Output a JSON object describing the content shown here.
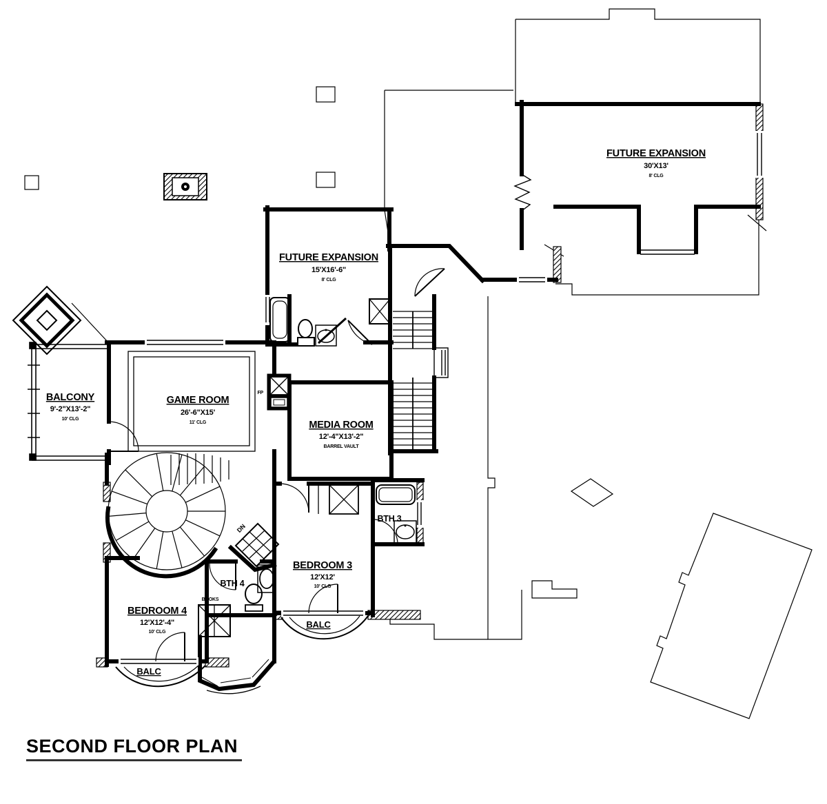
{
  "meta": {
    "background": "#ffffff",
    "line_color": "#000000"
  },
  "title": "SECOND FLOOR PLAN",
  "rooms": {
    "future_expansion_upper": {
      "name": "FUTURE EXPANSION",
      "dims": "30'X13'",
      "ceiling": "8' CLG"
    },
    "future_expansion_center": {
      "name": "FUTURE EXPANSION",
      "dims": "15'X16'-6\"",
      "ceiling": "8' CLG"
    },
    "balcony": {
      "name": "BALCONY",
      "dims": "9'-2\"X13'-2\"",
      "ceiling": "10' CLG"
    },
    "game_room": {
      "name": "GAME ROOM",
      "dims": "26'-6\"X15'",
      "ceiling": "11' CLG"
    },
    "media_room": {
      "name": "MEDIA ROOM",
      "dims": "12'-4\"X13'-2\"",
      "ceiling": "BARREL VAULT"
    },
    "bedroom_3": {
      "name": "BEDROOM 3",
      "dims": "12'X12'",
      "ceiling": "10' CLG"
    },
    "bedroom_4": {
      "name": "BEDROOM 4",
      "dims": "12'X12'-4\"",
      "ceiling": "10' CLG"
    },
    "bath_3": {
      "name": "BTH 3"
    },
    "bath_4": {
      "name": "BTH 4"
    },
    "balc_bedroom4": {
      "name": "BALC"
    },
    "balc_bedroom3": {
      "name": "BALC"
    }
  },
  "annotations": {
    "down": "DN",
    "fireplace": "FP",
    "books": "BOOKS"
  }
}
